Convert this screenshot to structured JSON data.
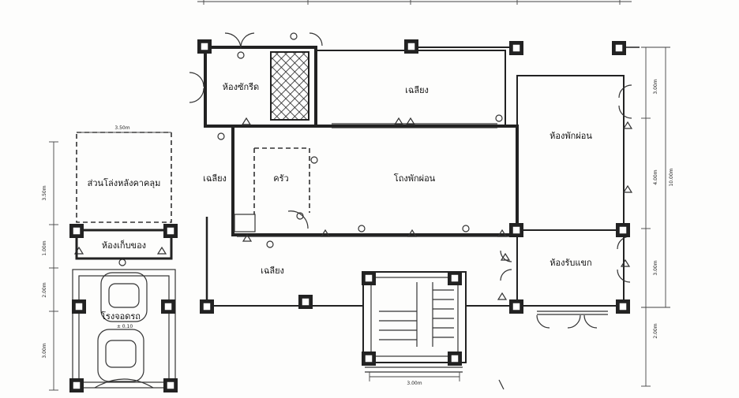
{
  "rooms": {
    "laundry": "ห้องซักรีด",
    "terrace_top": "เฉลียง",
    "bedroom": "ห้องพักผ่อน",
    "terrace_left": "เฉลียง",
    "kitchen": "ครัว",
    "hall": "โถงพักผ่อน",
    "terrace_bottom": "เฉลียง",
    "guest_room": "ห้องรับแขก",
    "covered_area": "ส่วนโล่งหลังคาคลุม",
    "storage": "ห้องเก็บของ",
    "garage": "โรงจอดรถ",
    "garage_level": "± 0.10"
  },
  "dimensions": {
    "left_1": "3.50m",
    "left_2": "1.00m",
    "left_3": "2.00m",
    "left_4": "3.00m",
    "right_1": "3.00m",
    "right_2": "4.00m",
    "right_3": "3.00m",
    "right_4": "2.00m",
    "right_total": "10.00m",
    "top_left": "3.50m",
    "bottom_stair": "3.00m"
  }
}
